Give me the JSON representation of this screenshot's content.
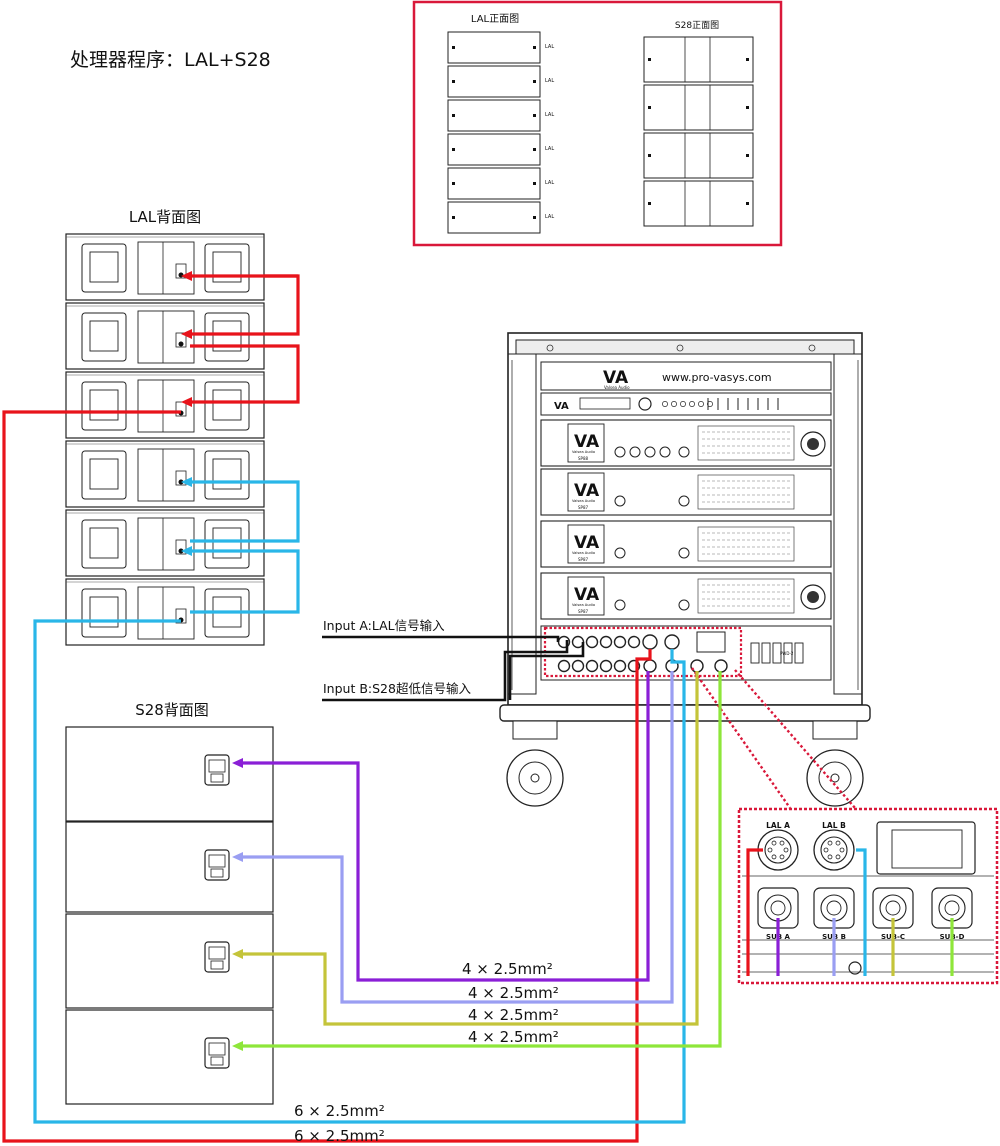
{
  "title": "处理器程序：LAL+S28",
  "front_view": {
    "lal_title": "LAL正面图",
    "s28_title": "S28正面图",
    "lal_side_labels": [
      "LAL",
      "LAL",
      "LAL",
      "LAL",
      "LAL",
      "LAL"
    ]
  },
  "lal_rear_title": "LAL背面图",
  "s28_rear_title": "S28背面图",
  "rack": {
    "brand_url": "www.pro-vasys.com",
    "brand_sub": "Valsea Audio",
    "amp_models": [
      "SP88",
      "SP87",
      "SP87",
      "SP87"
    ],
    "amp_brand": "Valsea Audio",
    "pwd_label": "PWD-2"
  },
  "inputs": {
    "input_a": "Input A:LAL信号输入",
    "input_b": "Input B:S28超低信号输入"
  },
  "panel": {
    "lal_a": "LAL A",
    "lal_b": "LAL B",
    "sub_a": "SUB A",
    "sub_b": "SUB B",
    "sub_c": "SUB-C",
    "sub_d": "SUB-D"
  },
  "cable_labels": {
    "sub_1": "4 × 2.5mm²",
    "sub_2": "4 × 2.5mm²",
    "sub_3": "4 × 2.5mm²",
    "sub_4": "4 × 2.5mm²",
    "lal_1": "6 × 2.5mm²",
    "lal_2": "6 × 2.5mm²"
  },
  "colors": {
    "lal_a": "#e8131b",
    "lal_b": "#29b6e8",
    "sub_a": "#8a1fd6",
    "sub_b": "#9a9ef2",
    "sub_c": "#c4c43a",
    "sub_d": "#8ee63a",
    "frame": "#d9183a"
  }
}
